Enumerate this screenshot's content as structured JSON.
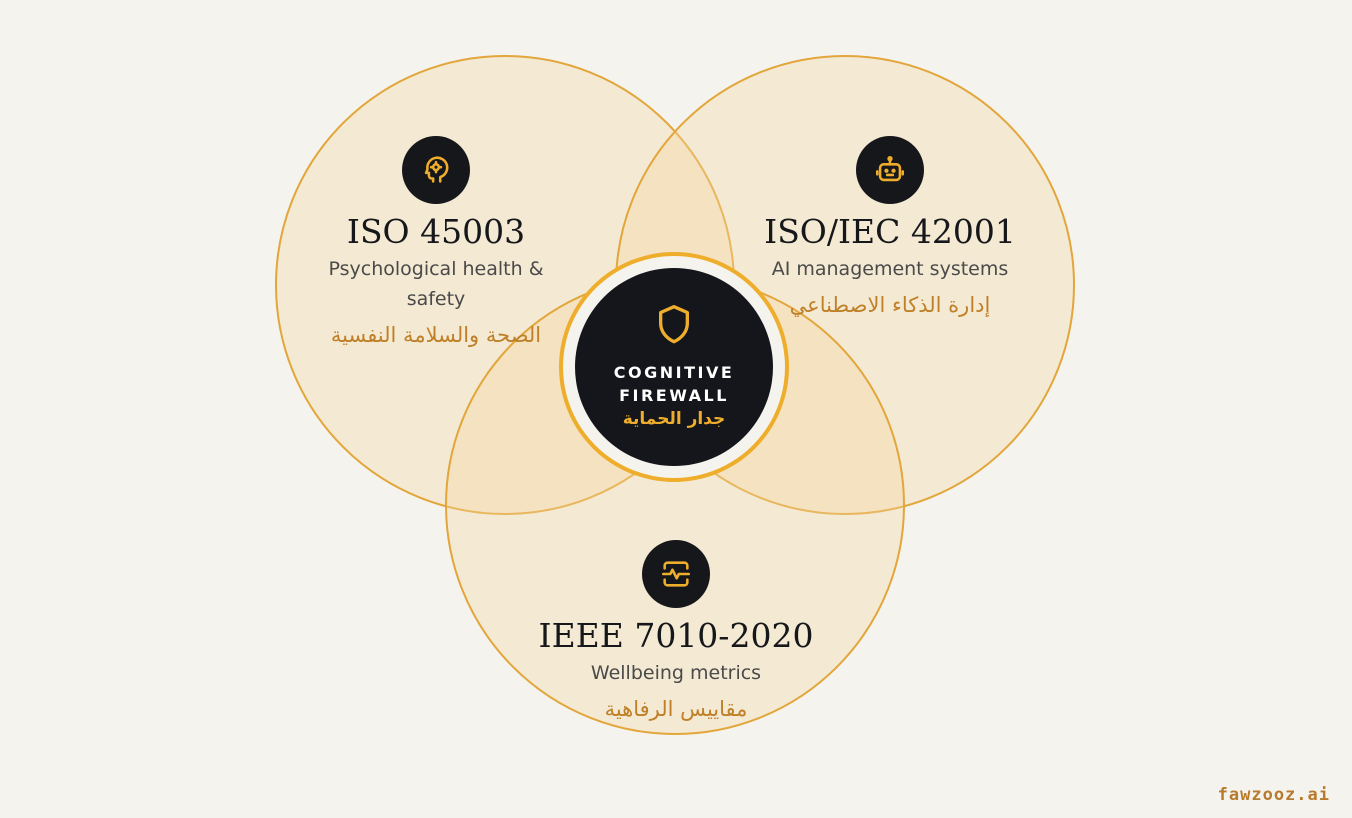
{
  "accent_color": "#efad2c",
  "dark_color": "#15171b",
  "circles": [
    {
      "title": "ISO 45003",
      "subtitle": "Psychological health & safety",
      "arabic": "الصحة والسلامة النفسية",
      "icon": "head-gear-icon"
    },
    {
      "title": "ISO/IEC 42001",
      "subtitle": "AI management systems",
      "arabic": "إدارة الذكاء الاصطناعي",
      "icon": "robot-icon"
    },
    {
      "title": "IEEE 7010-2020",
      "subtitle": "Wellbeing metrics",
      "arabic": "مقاييس الرفاهية",
      "icon": "pulse-monitor-icon"
    }
  ],
  "center": {
    "line1": "COGNITIVE",
    "line2": "FIREWALL",
    "arabic": "جدار الحماية",
    "icon": "shield-icon"
  },
  "brand": "fawzooz.ai"
}
